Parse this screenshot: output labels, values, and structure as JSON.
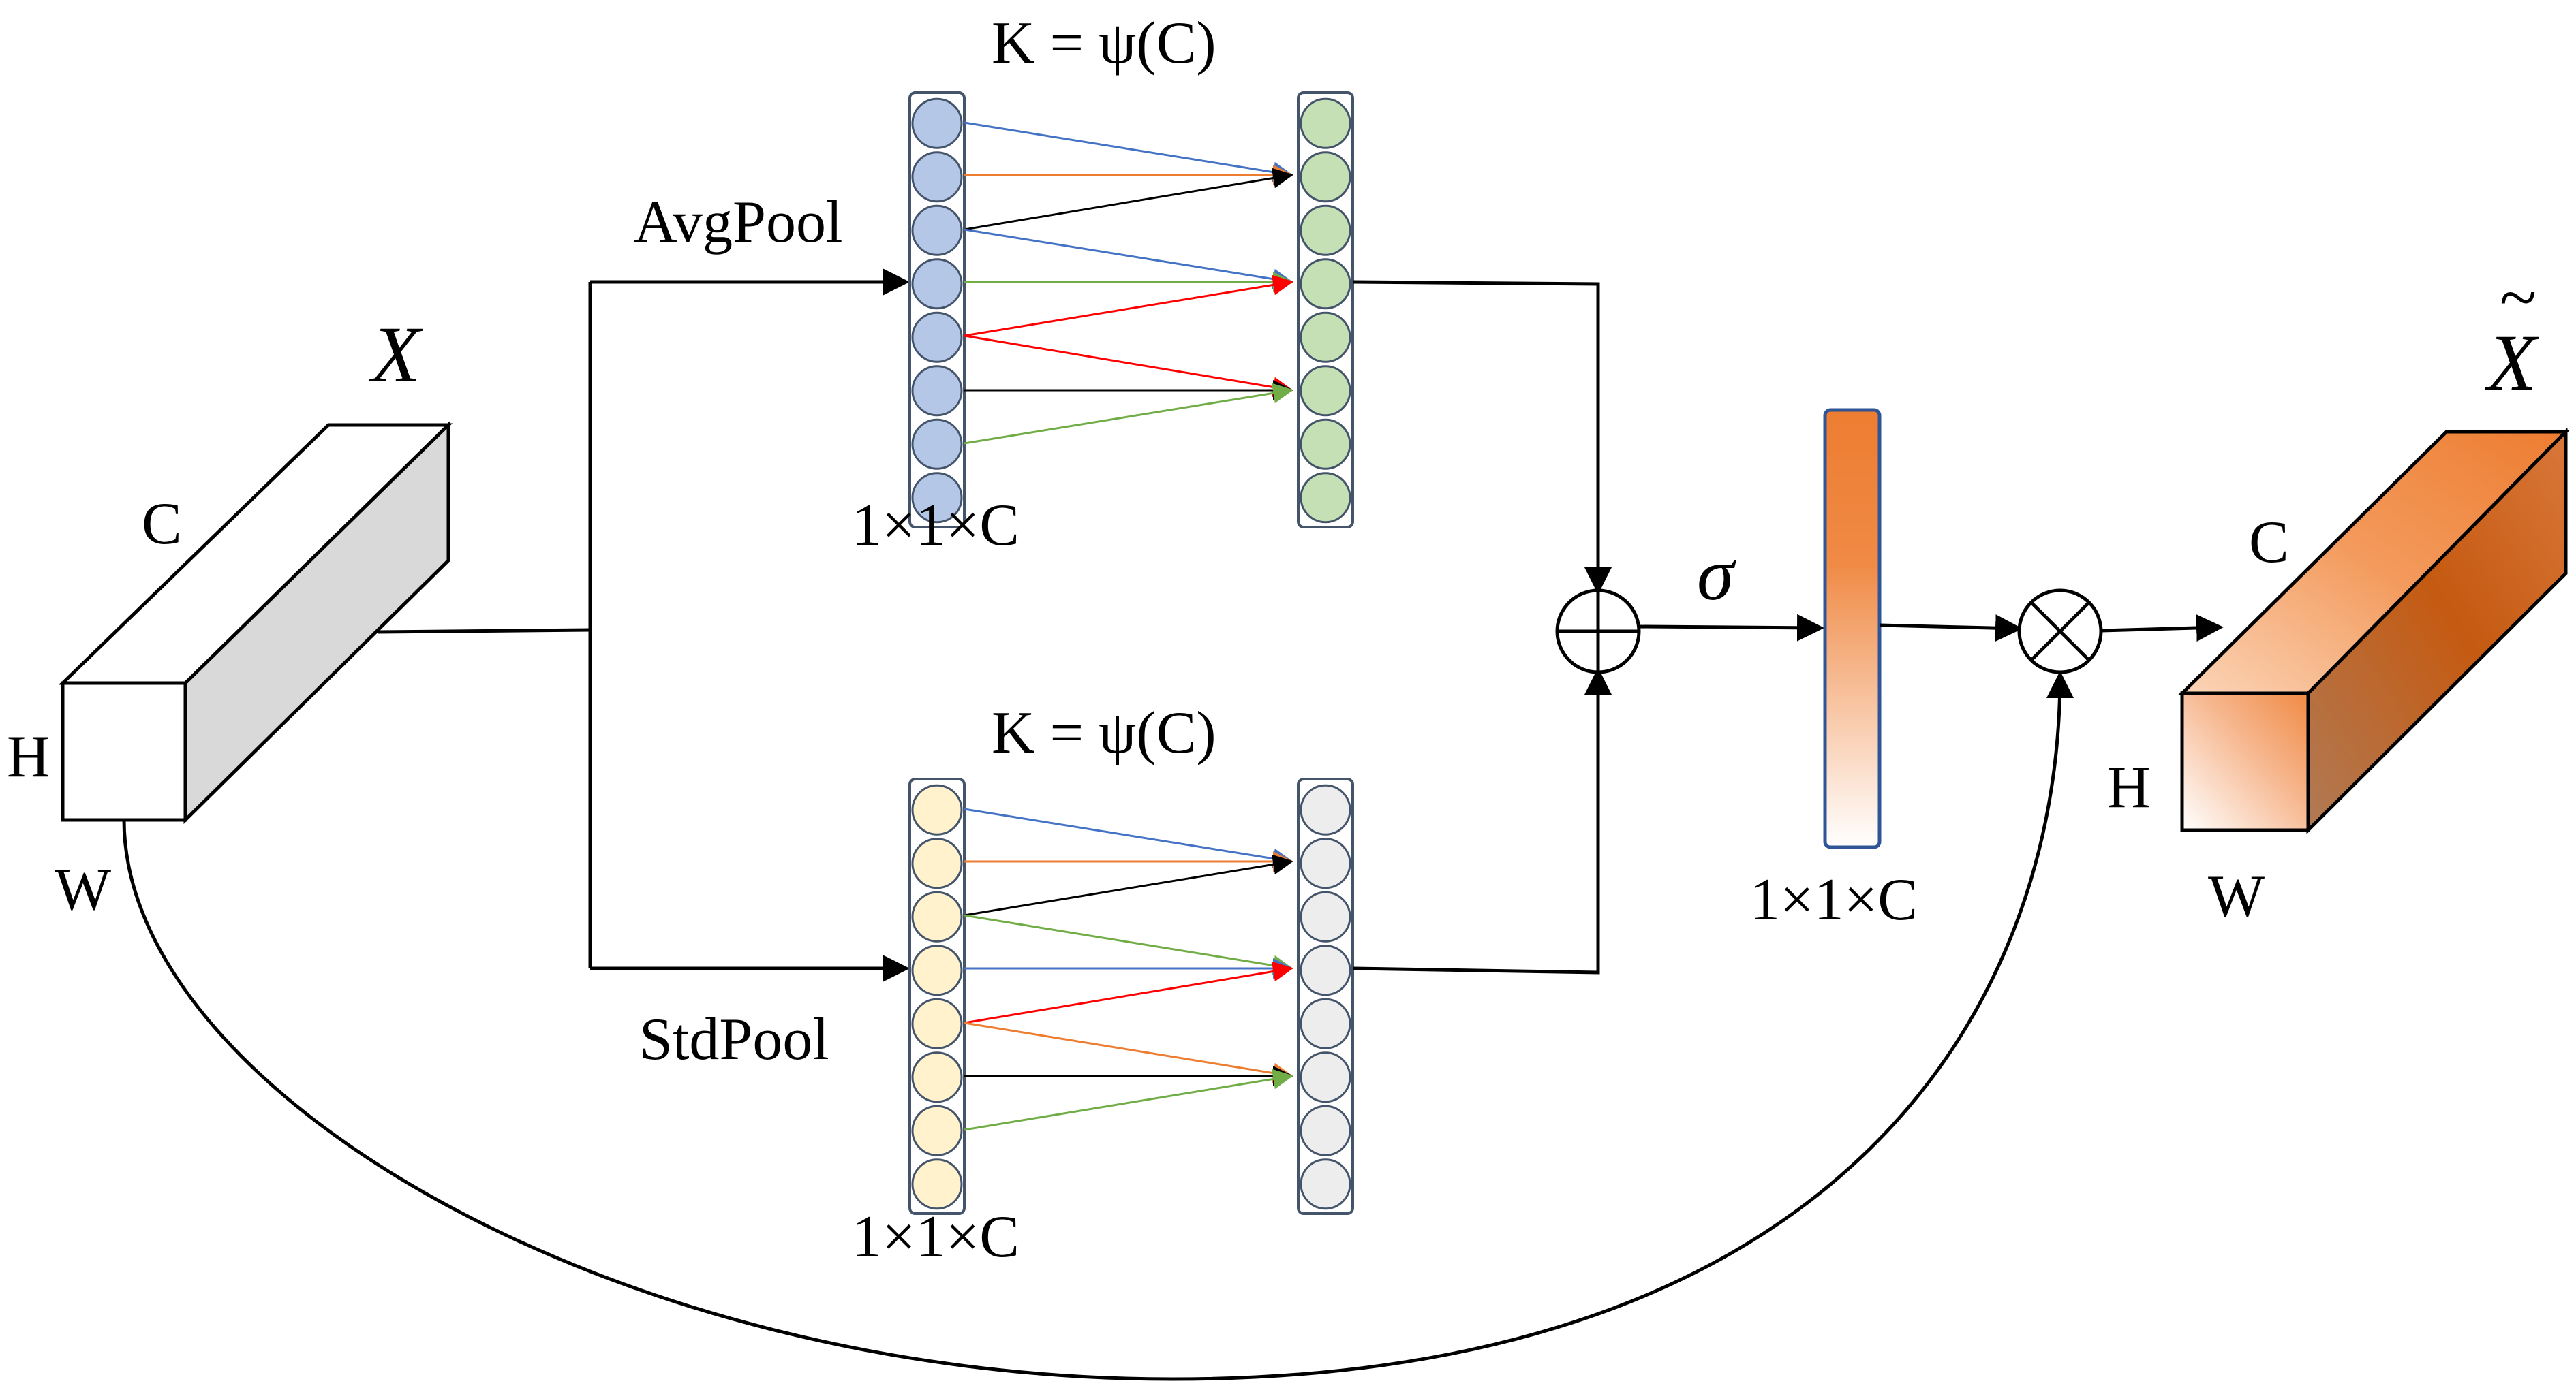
{
  "labels": {
    "input_symbol": "X",
    "output_symbol": "X",
    "output_tilde": "~",
    "input_c": "C",
    "input_h": "H",
    "input_w": "W",
    "output_c": "C",
    "output_h": "H",
    "output_w": "W",
    "avgpool": "AvgPool",
    "stdpool": "StdPool",
    "kernel_top": "K = ψ(C)",
    "kernel_bottom": "K = ψ(C)",
    "dim_top": "1×1×C",
    "dim_bottom": "1×1×C",
    "dim_attention": "1×1×C",
    "sigma": "σ",
    "add_op": "⊕",
    "mul_op": "⊗"
  },
  "colors": {
    "avg_nodes": "#b4c7e7",
    "avg_conv_nodes": "#c5e0b4",
    "std_nodes": "#fff2cc",
    "std_conv_nodes": "#ededed",
    "node_border": "#44546a",
    "attention_top": "#ed7d31",
    "attention_bottom": "#ffffff",
    "attention_border": "#2f5597",
    "input_side": "#d9d9d9",
    "output_base": "#f4b183",
    "output_dark": "#c55a11",
    "conn_blue": "#4472c4",
    "conn_orange": "#ed7d31",
    "conn_black": "#000000",
    "conn_green": "#70ad47",
    "conn_red": "#ff0000"
  }
}
